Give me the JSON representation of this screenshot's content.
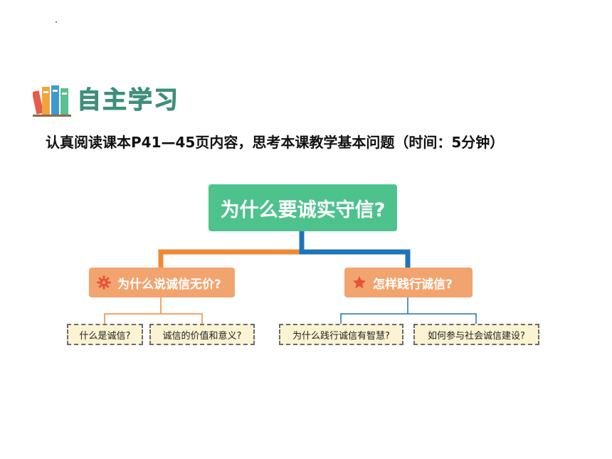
{
  "header": {
    "title": "自主学习",
    "icon": "books-icon"
  },
  "instruction": "认真阅读课本P41—45页内容，思考本课教学基本问题（时间：5分钟）",
  "diagram": {
    "root": "为什么要诚实守信?",
    "branches": [
      {
        "label": "为什么说诚信无价?",
        "icon": "gear-icon",
        "children": [
          "什么是诚信?",
          "诚信的价值和意义?"
        ]
      },
      {
        "label": "怎样践行诚信?",
        "icon": "star-icon",
        "children": [
          "为什么践行诚信有智慧?",
          "如何参与社会诚信建设?"
        ]
      }
    ]
  },
  "colors": {
    "title": "#3e8f7c",
    "root_box": "#4ec28d",
    "branch_box": "#f2a46f",
    "leaf_box": "#fbf3d2",
    "connector_left": "#ee8a35",
    "connector_right": "#1e74b8"
  }
}
